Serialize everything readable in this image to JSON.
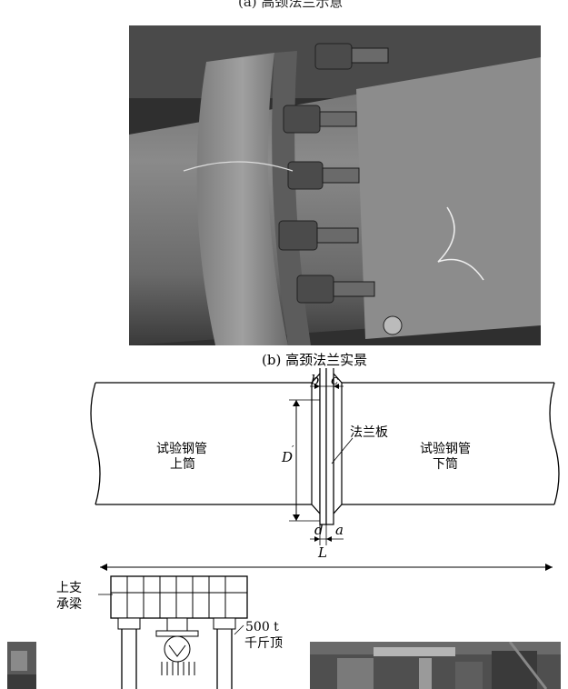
{
  "figure_a": {
    "caption": "(a)  高颈法兰示意"
  },
  "figure_b": {
    "caption": "(b)  高颈法兰实景"
  },
  "diagram": {
    "label_b": "b",
    "label_c": "c",
    "label_d": "d",
    "label_a": "a",
    "label_D": "D",
    "label_D_prime": "′",
    "label_L": "L",
    "flange_plate": "法兰板",
    "upper_tube_line1": "试验钢管",
    "upper_tube_line2": "上筒",
    "lower_tube_line1": "试验钢管",
    "lower_tube_line2": "下筒"
  },
  "setup": {
    "upper_beam_line1": "上支",
    "upper_beam_line2": "承梁",
    "jack_line1": "500 t",
    "jack_line2": "千斤顶"
  }
}
